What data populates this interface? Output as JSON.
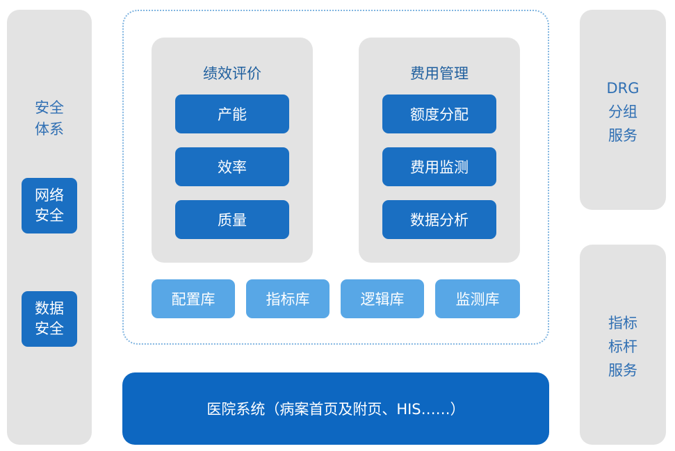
{
  "left_panel": {
    "title_lines": [
      "安全",
      "体系"
    ],
    "network_security": [
      "网络",
      "安全"
    ],
    "data_security": [
      "数据",
      "安全"
    ]
  },
  "modules": {
    "performance": {
      "title": "绩效评价",
      "items": [
        "产能",
        "效率",
        "质量"
      ]
    },
    "cost": {
      "title": "费用管理",
      "items": [
        "额度分配",
        "费用监测",
        "数据分析"
      ]
    }
  },
  "libraries": [
    "配置库",
    "指标库",
    "逻辑库",
    "监测库"
  ],
  "his_bar": "医院系统（病案首页及附页、HIS……）",
  "right_panels": {
    "drg": [
      "DRG",
      "分组",
      "服务"
    ],
    "benchmark": [
      "指标",
      "标杆",
      "服务"
    ]
  },
  "colors": {
    "panel_grey": "#e3e3e3",
    "dark_blue": "#1a6fc2",
    "light_blue": "#58a7e6",
    "text_blue": "#2f6fb3",
    "dotted_border": "#7fb4e0"
  }
}
